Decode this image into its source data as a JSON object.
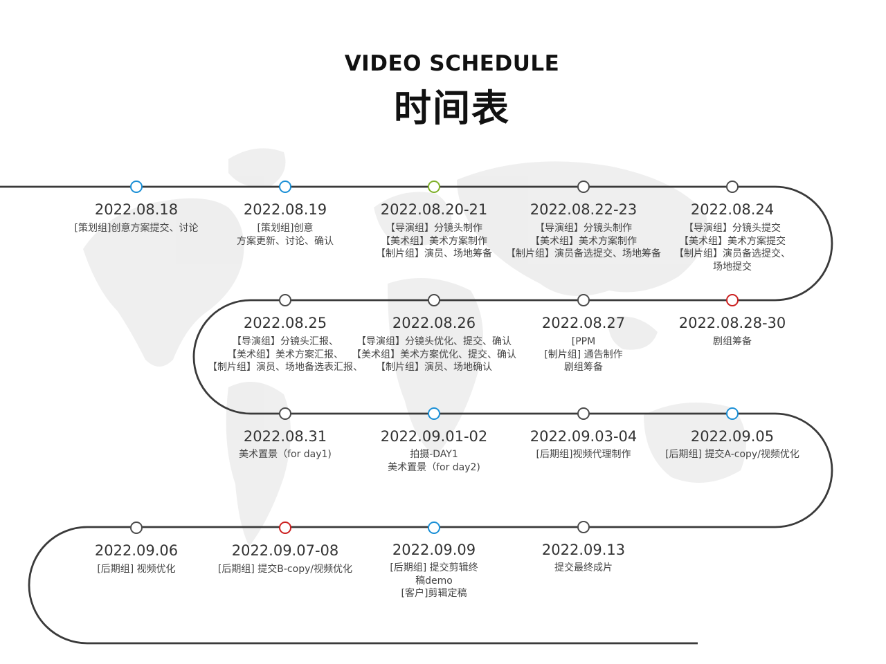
{
  "header": {
    "title_en": "VIDEO SCHEDULE",
    "title_cn": "时间表"
  },
  "colors": {
    "blue": "#1a8fd6",
    "green": "#7fb02a",
    "red": "#cc1f1f",
    "dark": "#4a4a4a",
    "track": "#3a3a3a"
  },
  "milestones": [
    {
      "date": "2022.08.18",
      "lines": [
        "[策划组]创意方案提交、讨论"
      ],
      "status": "blue"
    },
    {
      "date": "2022.08.19",
      "lines": [
        "[策划组]创意",
        "方案更新、讨论、确认"
      ],
      "status": "blue"
    },
    {
      "date": "2022.08.20-21",
      "lines": [
        "【导演组】分镜头制作",
        "【美术组】美术方案制作",
        "【制片组】演员、场地筹备"
      ],
      "status": "green"
    },
    {
      "date": "2022.08.22-23",
      "lines": [
        "【导演组】分镜头制作",
        "【美术组】美术方案制作",
        "【制片组】演员备选提交、场地筹备"
      ],
      "status": "dark"
    },
    {
      "date": "2022.08.24",
      "lines": [
        "【导演组】分镜头提交",
        "【美术组】美术方案提交",
        "【制片组】演员备选提交、",
        "场地提交"
      ],
      "status": "dark"
    },
    {
      "date": "2022.08.25",
      "lines": [
        "【导演组】分镜头汇报、",
        "【美术组】美术方案汇报、",
        "【制片组】演员、场地备选表汇报、"
      ],
      "status": "dark"
    },
    {
      "date": "2022.08.26",
      "lines": [
        "【导演组】分镜头优化、提交、确认",
        "【美术组】美术方案优化、提交、确认",
        "【制片组】演员、场地确认"
      ],
      "status": "dark"
    },
    {
      "date": "2022.08.27",
      "lines": [
        "[PPM",
        "[制片组] 通告制作",
        "剧组筹备"
      ],
      "status": "dark"
    },
    {
      "date": "2022.08.28-30",
      "lines": [
        "剧组筹备"
      ],
      "status": "red"
    },
    {
      "date": "2022.08.31",
      "lines": [
        "美术置景（for day1)"
      ],
      "status": "dark"
    },
    {
      "date": "2022.09.01-02",
      "lines": [
        "拍摄-DAY1",
        "美术置景（for day2)"
      ],
      "status": "blue"
    },
    {
      "date": "2022.09.03-04",
      "lines": [
        "[后期组]视频代理制作"
      ],
      "status": "dark"
    },
    {
      "date": "2022.09.05",
      "lines": [
        "[后期组] 提交A-copy/视频优化"
      ],
      "status": "blue"
    },
    {
      "date": "2022.09.06",
      "lines": [
        "[后期组] 视频优化"
      ],
      "status": "dark"
    },
    {
      "date": "2022.09.07-08",
      "lines": [
        "[后期组] 提交B-copy/视频优化"
      ],
      "status": "red"
    },
    {
      "date": "2022.09.09",
      "lines": [
        "[后期组]  提交剪辑终",
        "稿demo",
        "[客户]剪辑定稿"
      ],
      "status": "blue"
    },
    {
      "date": "2022.09.13",
      "lines": [
        "提交最终成片"
      ],
      "status": "dark"
    }
  ]
}
